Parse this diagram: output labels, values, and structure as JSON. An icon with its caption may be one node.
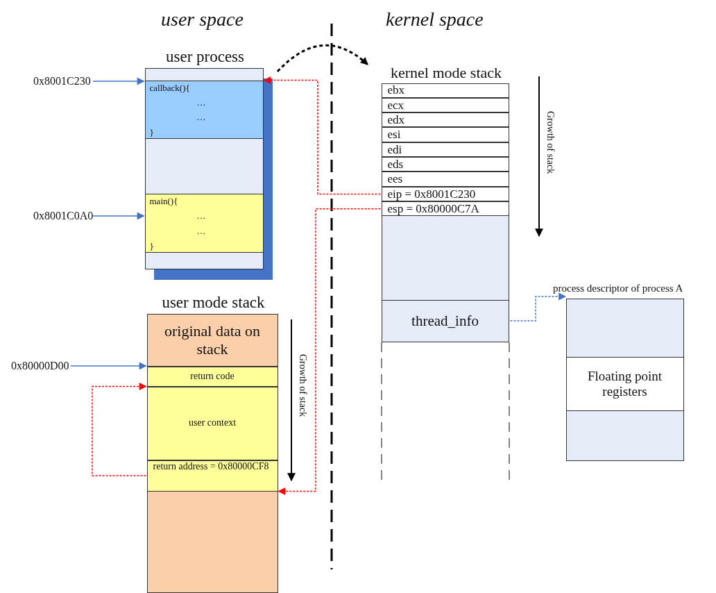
{
  "diagram": {
    "nodes": [
      {
        "text": [
          "user process"
        ]
      },
      {
        "text": [
          "callback(){",
          "…",
          "…",
          "}"
        ],
        "in": 0
      },
      {
        "text": [
          "main(){",
          "…",
          "…",
          "}"
        ],
        "in": 0
      },
      {
        "text": [
          "user mode stack"
        ]
      },
      {
        "text": [
          "original data on stack"
        ],
        "in": 3
      },
      {
        "text": [
          "return code"
        ],
        "in": 3
      },
      {
        "text": [
          "user context"
        ],
        "in": 3
      },
      {
        "text": [
          "return address = 0x80000CF8"
        ],
        "in": 3
      },
      {
        "text": [
          "kernel mode stack"
        ]
      },
      {
        "text": [
          "ebx"
        ],
        "in": 8
      },
      {
        "text": [
          "ecx"
        ],
        "in": 8
      },
      {
        "text": [
          "edx"
        ],
        "in": 8
      },
      {
        "text": [
          "esi"
        ],
        "in": 8
      },
      {
        "text": [
          "edi"
        ],
        "in": 8
      },
      {
        "text": [
          "eds"
        ],
        "in": 8
      },
      {
        "text": [
          "ees"
        ],
        "in": 8
      },
      {
        "text": [
          "eip = 0x8001C230"
        ],
        "in": 8
      },
      {
        "text": [
          "esp = 0x80000C7A"
        ],
        "in": 8
      },
      {
        "text": [
          "thread_info"
        ],
        "in": 8
      },
      {
        "text": [
          "process descriptor of process A"
        ]
      },
      {
        "text": [
          "Floating point registers"
        ],
        "in": 19
      },
      {
        "text": [
          "0x8001C230"
        ]
      },
      {
        "text": [
          "0x8001C0A0"
        ]
      },
      {
        "text": [
          "0x80000D00"
        ]
      }
    ],
    "edges": [
      {
        "from": 0,
        "to": 8,
        "arrow": "to",
        "style": "dashed",
        "color": "#000000"
      },
      {
        "from": 21,
        "to": 1,
        "arrow": "to",
        "color": "#4472c4"
      },
      {
        "from": 16,
        "to": 1,
        "arrow": "to",
        "style": "dashed",
        "color": "#ff0000"
      },
      {
        "from": 22,
        "to": 2,
        "arrow": "to",
        "color": "#4472c4"
      },
      {
        "from": 17,
        "to": 7,
        "arrow": "to",
        "style": "dashed",
        "color": "#ff0000"
      },
      {
        "from": 18,
        "to": 19,
        "arrow": "to",
        "style": "dashed",
        "color": "#4472c4"
      },
      {
        "from": 23,
        "to": 5,
        "arrow": "to",
        "color": "#4472c4"
      },
      {
        "from": 7,
        "to": 6,
        "arrow": "to",
        "style": "dashed",
        "color": "#ff0000"
      }
    ],
    "labels": [
      "user space",
      "kernel space",
      "Growth of stack",
      "Growth of stack"
    ]
  }
}
